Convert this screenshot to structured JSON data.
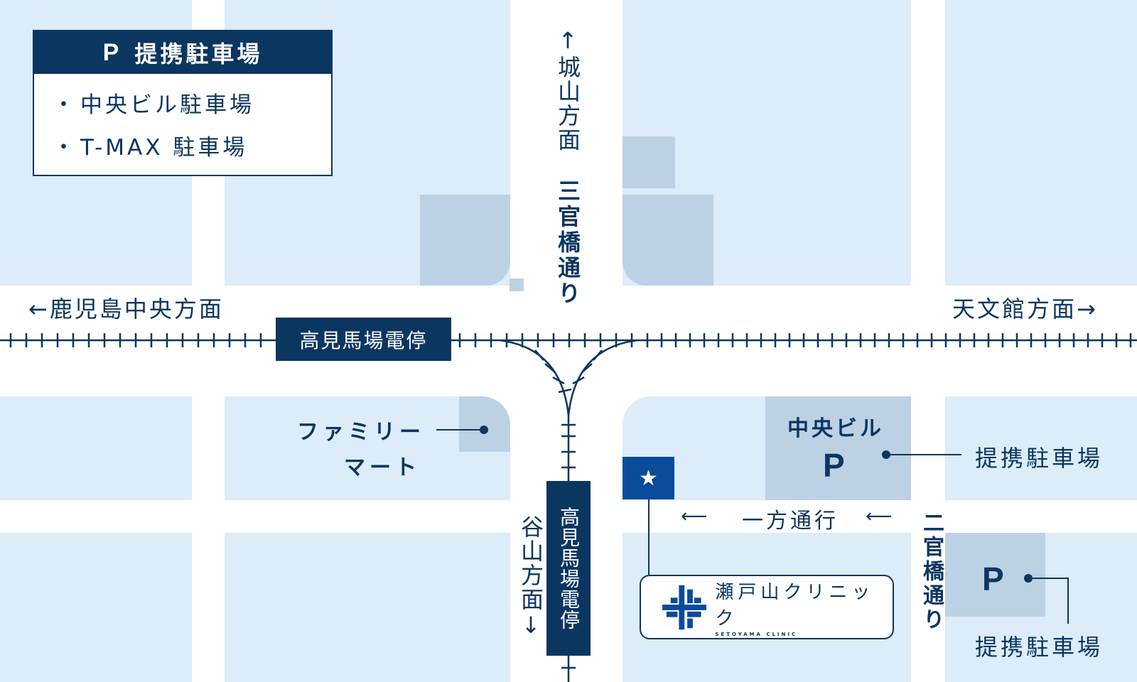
{
  "legend": {
    "icon": "P",
    "title": "提携駐車場",
    "items": [
      "中央ビル駐車場",
      "T-MAX 駐車場"
    ]
  },
  "directions": {
    "north": "↑城山方面",
    "west": "←鹿児島中央方面",
    "east": "天文館方面→",
    "south": "谷山方面↓"
  },
  "streets": {
    "main_vertical": "三官橋通り",
    "right_vertical": "二官橋通り",
    "one_way": "一方通行"
  },
  "stations": {
    "horizontal": "高見馬場電停",
    "vertical": "高見馬場電停"
  },
  "landmarks": {
    "convenience_store_line1": "ファミリー",
    "convenience_store_line2": "マート",
    "central_building": "中央ビル",
    "parking_icon": "P",
    "partner_parking_label_1": "提携駐車場",
    "partner_parking_label_2": "提携駐車場",
    "star_icon": "★"
  },
  "clinic": {
    "name": "瀬戸山クリニック",
    "subtitle": "SETOYAMA CLINIC"
  },
  "colors": {
    "navy": "#0b3660",
    "block": "#dcecf8",
    "building": "#bcd1e3",
    "star_blue": "#0a4b9a",
    "road": "#ffffff"
  }
}
